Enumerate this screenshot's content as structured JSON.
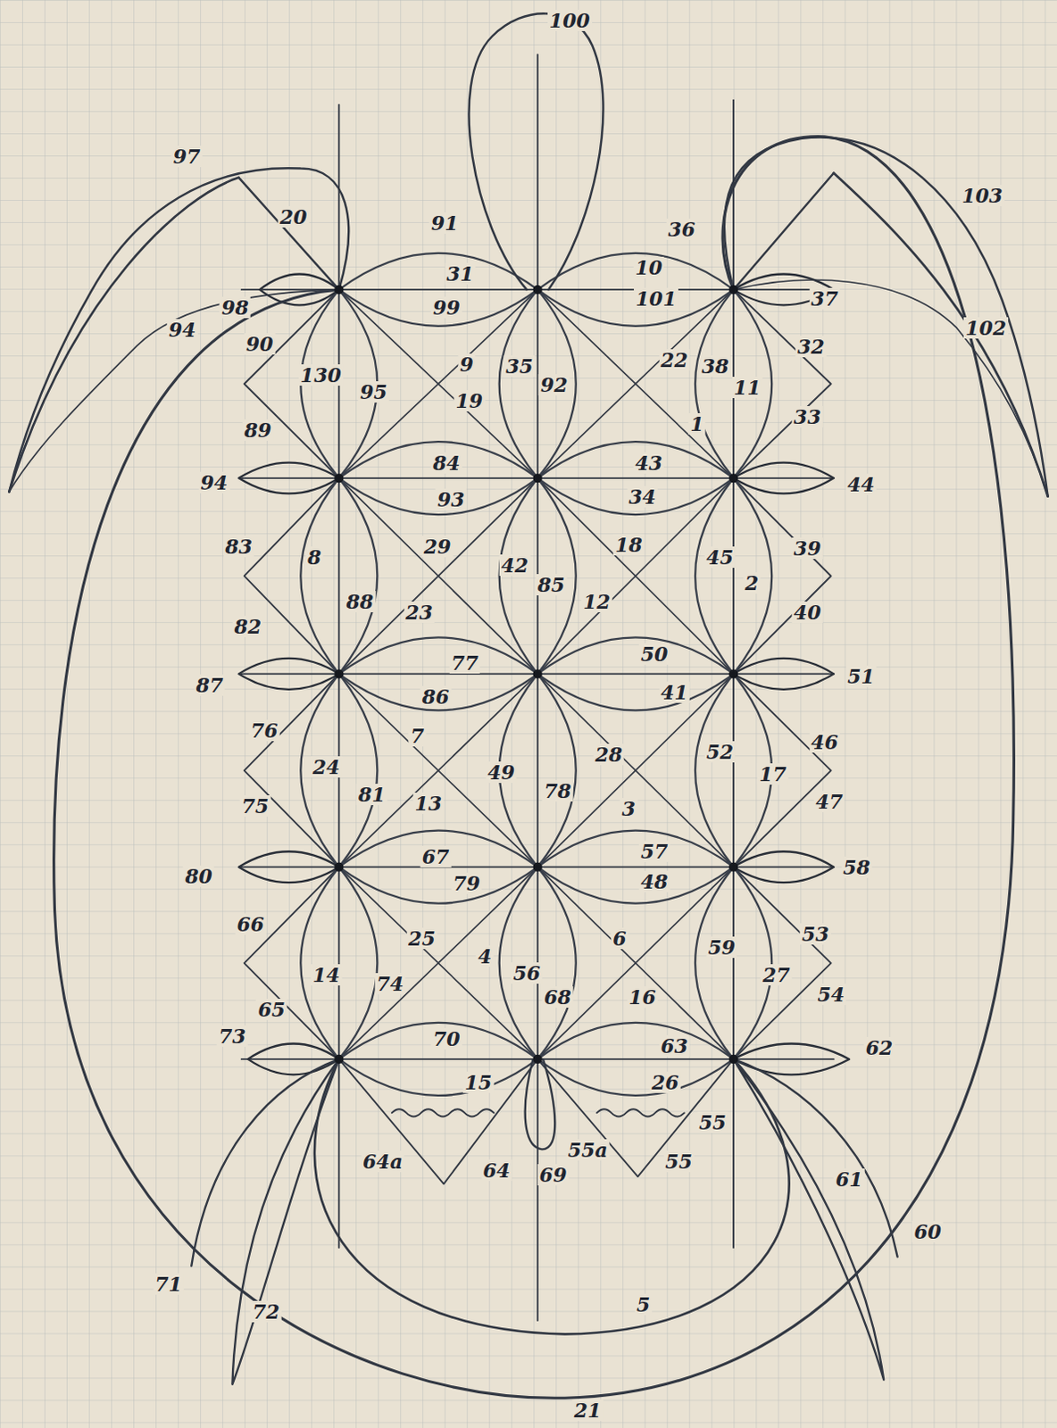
{
  "diagram": {
    "labels": [
      "100",
      "97",
      "20",
      "91",
      "36",
      "31",
      "10",
      "103",
      "98",
      "99",
      "101",
      "37",
      "94",
      "32",
      "102",
      "90",
      "130",
      "95",
      "9",
      "35",
      "92",
      "22",
      "38",
      "11",
      "89",
      "19",
      "1",
      "33",
      "94",
      "84",
      "43",
      "44",
      "93",
      "34",
      "83",
      "8",
      "29",
      "18",
      "42",
      "45",
      "2",
      "39",
      "82",
      "88",
      "23",
      "85",
      "12",
      "40",
      "87",
      "77",
      "50",
      "51",
      "86",
      "41",
      "76",
      "7",
      "49",
      "28",
      "52",
      "17",
      "46",
      "24",
      "81",
      "78",
      "13",
      "3",
      "75",
      "47",
      "67",
      "57",
      "80",
      "58",
      "79",
      "48",
      "66",
      "53",
      "25",
      "4",
      "6",
      "14",
      "74",
      "56",
      "68",
      "16",
      "59",
      "27",
      "54",
      "65",
      "70",
      "63",
      "73",
      "62",
      "15",
      "26",
      "55",
      "64a",
      "64",
      "69",
      "55a",
      "55",
      "61",
      "60",
      "71",
      "72",
      "5",
      "21"
    ]
  }
}
